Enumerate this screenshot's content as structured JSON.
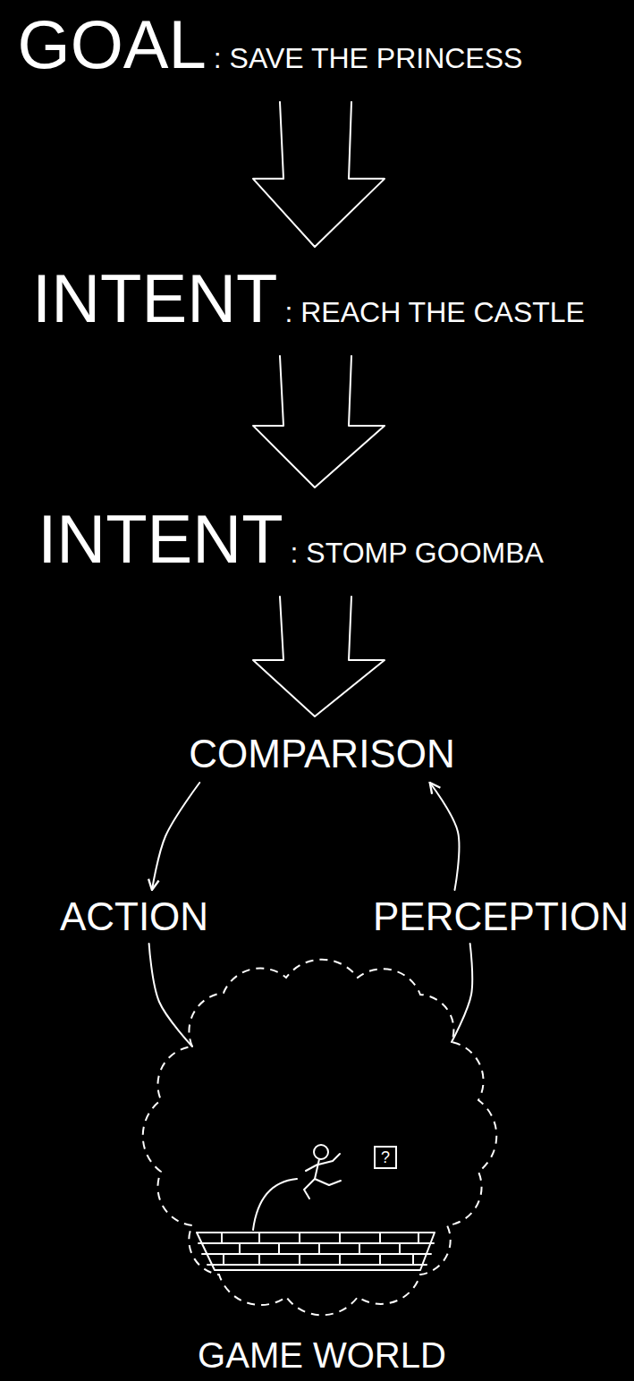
{
  "diagram": {
    "nodes": [
      {
        "text": [
          "GOAL",
          ": SAVE THE PRINCESS"
        ]
      },
      {
        "text": [
          "INTENT",
          ": REACH THE CASTLE"
        ]
      },
      {
        "text": [
          "INTENT",
          ": STOMP GOOMBA"
        ]
      },
      {
        "text": [
          "COMPARISON"
        ]
      },
      {
        "text": [
          "ACTION"
        ]
      },
      {
        "text": [
          "PERCEPTION"
        ]
      },
      {
        "text": [
          "GAME WORLD"
        ]
      },
      {
        "text": [
          "?"
        ],
        "in": 6
      }
    ],
    "edges": [
      {
        "from": 0,
        "to": 1,
        "arrow": "to"
      },
      {
        "from": 1,
        "to": 2,
        "arrow": "to"
      },
      {
        "from": 2,
        "to": 3,
        "arrow": "to"
      },
      {
        "from": 3,
        "to": 4,
        "arrow": "to"
      },
      {
        "from": 4,
        "to": 6,
        "arrow": "none"
      },
      {
        "from": 6,
        "to": 5,
        "arrow": "none"
      },
      {
        "from": 5,
        "to": 3,
        "arrow": "to"
      }
    ]
  }
}
